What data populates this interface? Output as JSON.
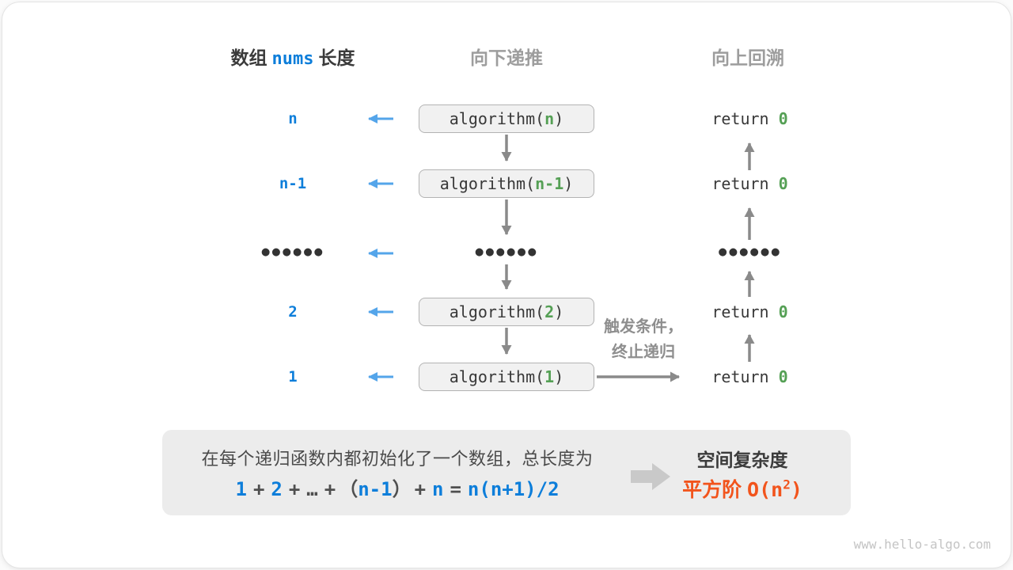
{
  "colors": {
    "blue": "#0d7eda",
    "light_blue": "#54a5ea",
    "green": "#55a055",
    "orange": "#f2541c",
    "dark": "#3b3b3b",
    "code_dark": "#383838",
    "gray_header": "#9d9d9d",
    "gray_text": "#8e8e8e",
    "arrow_gray": "#8a8a8a",
    "box_fill": "#f1f1f1",
    "box_border": "#b3b3b3",
    "panel_bg": "#ececec",
    "panel_text": "#4a4a4a",
    "block_arrow": "#c9c9c9",
    "watermark": "#c4c4c4"
  },
  "headers": {
    "array_prefix": "数组",
    "array_code": "nums",
    "array_suffix": "长度",
    "recurse": "向下递推",
    "backtrack": "向上回溯"
  },
  "code": {
    "call_prefix": "algorithm(",
    "call_suffix": ")",
    "return_keyword": "return",
    "return_value": "0"
  },
  "rows": [
    {
      "label": "n",
      "arg": "n"
    },
    {
      "label": "n-1",
      "arg": "n-1"
    },
    {
      "label": "2",
      "arg": "2"
    },
    {
      "label": "1",
      "arg": "1"
    }
  ],
  "dots": {
    "left": "●●●●●●",
    "middle": "●●●●●●",
    "right": "●●●●●●"
  },
  "annotation": {
    "line1": "触发条件，",
    "line2": "终止递归"
  },
  "summary": {
    "line1": "在每个递归函数内都初始化了一个数组，总长度为",
    "formula_tokens": [
      "1",
      "+",
      "2",
      "+",
      "…",
      "+",
      "（",
      "n-1",
      "）",
      "+",
      "n",
      "=",
      "n(n+1)/2"
    ],
    "result_title": "空间复杂度",
    "result_prefix": "平方阶",
    "result_o": "O(n",
    "result_sup": "2",
    "result_close": ")"
  },
  "watermark": "www.hello-algo.com"
}
